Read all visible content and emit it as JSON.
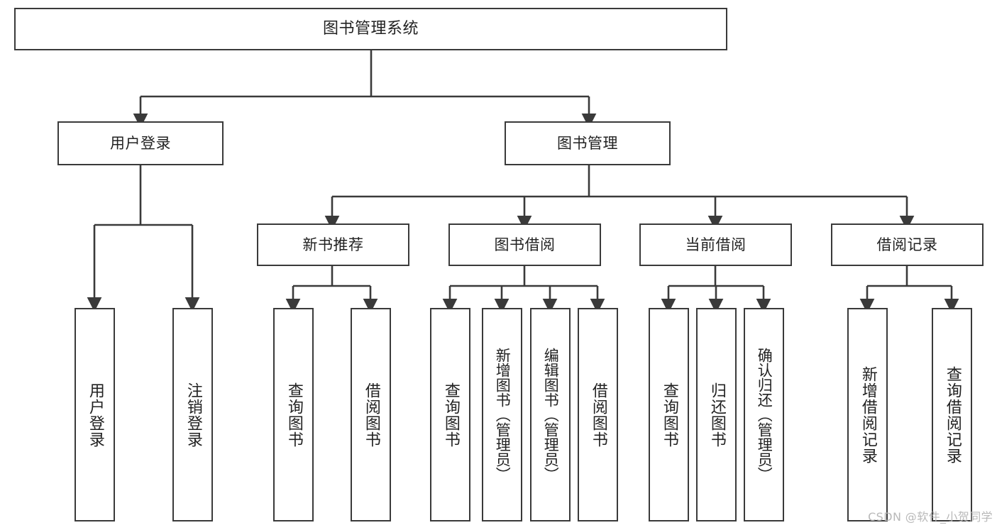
{
  "diagram": {
    "type": "tree",
    "title": "图书管理系统",
    "watermark": "CSDN @软件_小贺同学",
    "colors": {
      "box_border": "#3a3a3a",
      "box_fill": "#ffffff",
      "connector": "#3a3a3a",
      "text": "#222222",
      "watermark": "#b9b9b9"
    },
    "levels": {
      "root": {
        "label": "图书管理系统"
      },
      "level2": [
        {
          "id": "user-login",
          "label": "用户登录"
        },
        {
          "id": "book-manage",
          "label": "图书管理"
        }
      ],
      "level3": [
        {
          "id": "new-book-rec",
          "label": "新书推荐"
        },
        {
          "id": "book-borrow",
          "label": "图书借阅"
        },
        {
          "id": "current-borrow",
          "label": "当前借阅"
        },
        {
          "id": "borrow-record",
          "label": "借阅记录"
        }
      ],
      "leaves": {
        "user_login": [
          {
            "id": "leaf-user-login",
            "label": "用户登录"
          },
          {
            "id": "leaf-logout-login",
            "label": "注销登录"
          }
        ],
        "new_book_rec": [
          {
            "id": "leaf-query-book-1",
            "label": "查询图书"
          },
          {
            "id": "leaf-borrow-book-1",
            "label": "借阅图书"
          }
        ],
        "book_borrow": [
          {
            "id": "leaf-query-book-2",
            "label": "查询图书"
          },
          {
            "id": "leaf-add-book",
            "label": "新增图书（管理员）"
          },
          {
            "id": "leaf-edit-book",
            "label": "编辑图书（管理员）"
          },
          {
            "id": "leaf-borrow-book-2",
            "label": "借阅图书"
          }
        ],
        "current_borrow": [
          {
            "id": "leaf-query-book-3",
            "label": "查询图书"
          },
          {
            "id": "leaf-return-book",
            "label": "归还图书"
          },
          {
            "id": "leaf-confirm-return",
            "label": "确认归还（管理员）"
          }
        ],
        "borrow_record": [
          {
            "id": "leaf-add-record",
            "label": "新增借阅记录"
          },
          {
            "id": "leaf-query-record",
            "label": "查询借阅记录"
          }
        ]
      }
    }
  }
}
